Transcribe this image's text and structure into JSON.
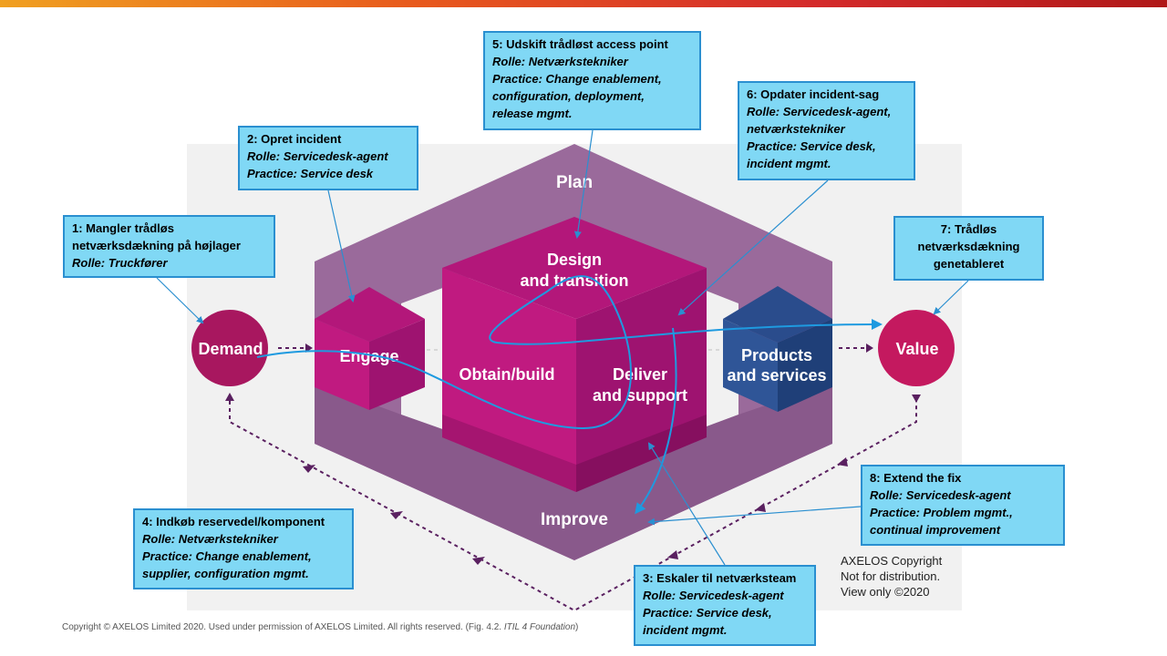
{
  "diagram": {
    "plan": "Plan",
    "improve": "Improve",
    "engage": "Engage",
    "design_line1": "Design",
    "design_line2": "and transition",
    "obtain": "Obtain/build",
    "deliver_line1": "Deliver",
    "deliver_line2": "and support",
    "products_line1": "Products",
    "products_line2": "and services",
    "demand": "Demand",
    "value": "Value"
  },
  "boxes": {
    "b1": {
      "title1": "1: Mangler trådløs",
      "title2": "netværksdækning på højlager",
      "role": "Rolle: Truckfører"
    },
    "b2": {
      "title": "2: Opret incident",
      "role": "Rolle: Servicedesk-agent",
      "practice": "Practice: Service desk"
    },
    "b3": {
      "title": "3: Eskaler til netværksteam",
      "role": "Rolle: Servicedesk-agent",
      "practice1": "Practice: Service desk,",
      "practice2": "incident mgmt."
    },
    "b4": {
      "title": "4: Indkøb reservedel/komponent",
      "role": "Rolle: Netværkstekniker",
      "practice1": "Practice: Change enablement,",
      "practice2": "supplier, configuration mgmt."
    },
    "b5": {
      "title": "5: Udskift trådløst access point",
      "role": "Rolle: Netværkstekniker",
      "practice1": "Practice: Change enablement,",
      "practice2": "configuration, deployment,",
      "practice3": "release mgmt."
    },
    "b6": {
      "title": "6: Opdater incident-sag",
      "role1": "Rolle: Servicedesk-agent,",
      "role2": "netværkstekniker",
      "practice1": "Practice: Service desk,",
      "practice2": "incident mgmt."
    },
    "b7": {
      "line1": "7: Trådløs",
      "line2": "netværksdækning",
      "line3": "genetableret"
    },
    "b8": {
      "title": "8: Extend the fix",
      "role": "Rolle: Servicedesk-agent",
      "practice1": "Practice: Problem mgmt.,",
      "practice2": "continual improvement"
    }
  },
  "axelos": {
    "line1": "AXELOS Copyright",
    "line2": "Not for distribution.",
    "line3": "View only ©2020"
  },
  "copyright": {
    "text": "Copyright © AXELOS Limited 2020. Used under permission of AXELOS Limited. All rights reserved. (Fig. 4.2. ",
    "em": "ITIL 4 Foundation",
    "end": ")"
  },
  "colors": {
    "accent_box": "#80d8f5",
    "box_border": "#2a8fd0",
    "frame": "#9a6a9b",
    "magenta": "#b0186f",
    "navy": "#2f5597",
    "path": "#1e9ae0"
  }
}
